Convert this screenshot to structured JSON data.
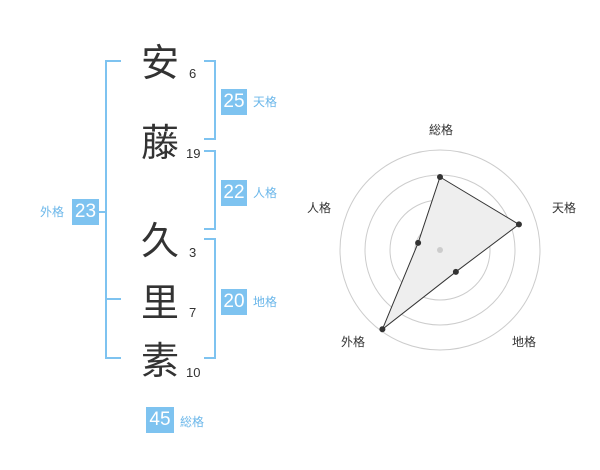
{
  "name_chars": [
    {
      "char": "安",
      "strokes": "6"
    },
    {
      "char": "藤",
      "strokes": "19"
    },
    {
      "char": "久",
      "strokes": "3"
    },
    {
      "char": "里",
      "strokes": "7"
    },
    {
      "char": "素",
      "strokes": "10"
    }
  ],
  "scores": {
    "tenkaku": {
      "value": "25",
      "label": "天格"
    },
    "jinkaku": {
      "value": "22",
      "label": "人格"
    },
    "chikaku": {
      "value": "20",
      "label": "地格"
    },
    "gaikaku": {
      "value": "23",
      "label": "外格"
    },
    "soukaku": {
      "value": "45",
      "label": "総格"
    }
  },
  "colors": {
    "accent": "#7ec3f0",
    "accent_text": "#6bb7ea",
    "polygon_fill": "#eeeeee",
    "ring": "#cccccc"
  },
  "chart_data": {
    "type": "radar",
    "axes": [
      "総格",
      "天格",
      "地格",
      "外格",
      "人格"
    ],
    "values": [
      0.73,
      0.83,
      0.27,
      0.98,
      0.23
    ],
    "range": [
      0,
      1
    ],
    "rings": 4
  }
}
